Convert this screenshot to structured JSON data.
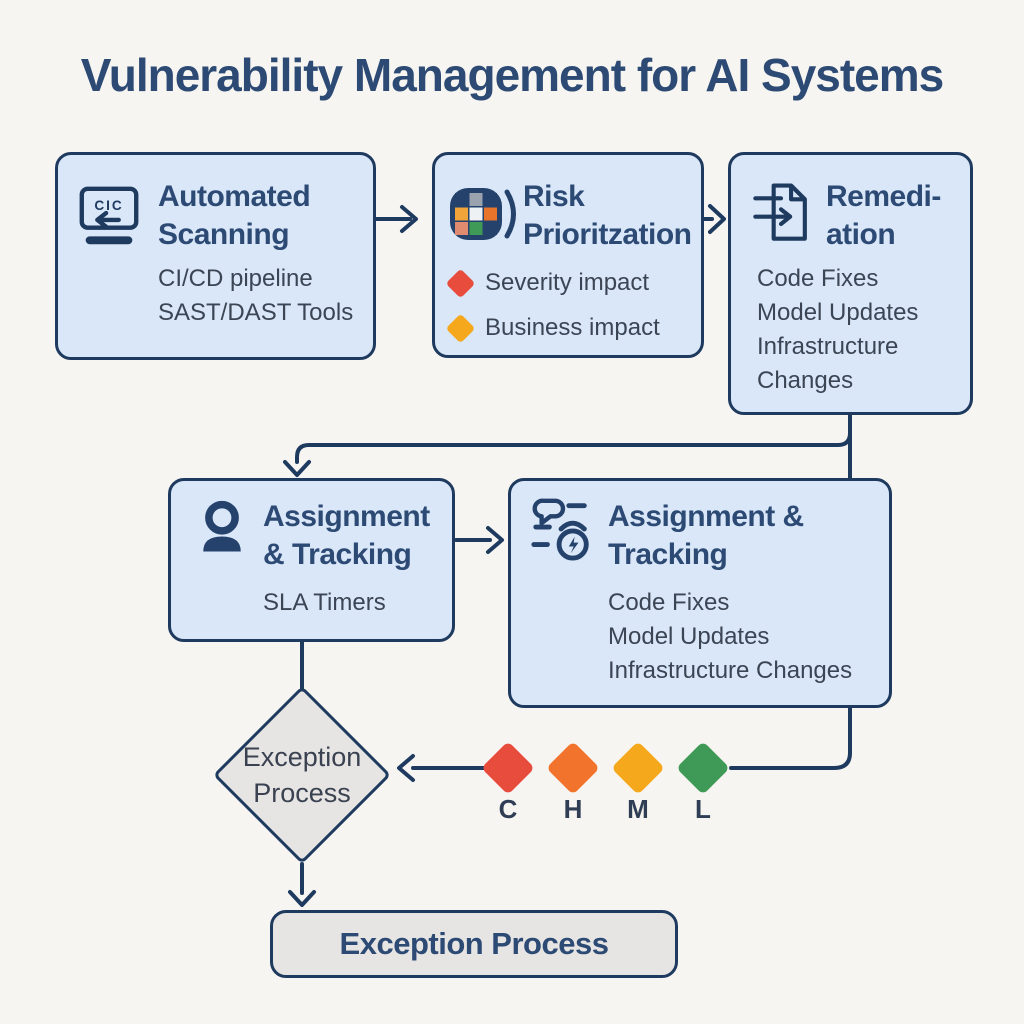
{
  "title": "Vulnerability Management for AI Systems",
  "colors": {
    "background": "#f7f5f1",
    "node_fill": "#d9e7f8",
    "node_border": "#1e3a5f",
    "heading_text": "#2c4a74",
    "body_text": "#3b4554",
    "connector": "#1e3a5f",
    "neutral_fill": "#e6e5e3",
    "severity_critical": "#e84c3d",
    "severity_high": "#f2742c",
    "severity_medium": "#f6a81c",
    "severity_low": "#3f9a57"
  },
  "nodes": {
    "automated_scanning": {
      "icon": "cicd-monitor-icon",
      "icon_text": "CIC",
      "title_lines": [
        "Automated",
        "Scanning"
      ],
      "body_lines": [
        "CI/CD pipeline",
        "SAST/DAST Tools"
      ]
    },
    "risk_prioritization": {
      "icon": "risk-mosaic-icon",
      "title_lines": [
        "Risk",
        "Prioritzation"
      ],
      "bullets": [
        {
          "label": "Severity impact",
          "severity": "critical"
        },
        {
          "label": "Business impact",
          "severity": "medium"
        }
      ]
    },
    "remediation": {
      "icon": "document-arrow-icon",
      "title_lines": [
        "Remedi-",
        "ation"
      ],
      "body_lines": [
        "Code Fixes",
        "Model Updates",
        "Infrastructure Changes"
      ]
    },
    "assignment_tracking_left": {
      "icon": "person-icon",
      "title_lines": [
        "Assignment",
        "& Tracking"
      ],
      "body_lines": [
        "SLA Timers"
      ]
    },
    "assignment_tracking_right": {
      "icon": "tracking-timer-icon",
      "title_lines": [
        "Assignment &",
        "Tracking"
      ],
      "body_lines": [
        "Code Fixes",
        "Model Updates",
        "Infrastructure Changes"
      ]
    },
    "exception_decision": {
      "label_lines": [
        "Exception",
        "Process"
      ]
    },
    "exception_process": {
      "label": "Exception Process"
    }
  },
  "severity_legend": [
    {
      "label": "C",
      "severity": "critical"
    },
    {
      "label": "H",
      "severity": "high"
    },
    {
      "label": "M",
      "severity": "medium"
    },
    {
      "label": "L",
      "severity": "low"
    }
  ]
}
